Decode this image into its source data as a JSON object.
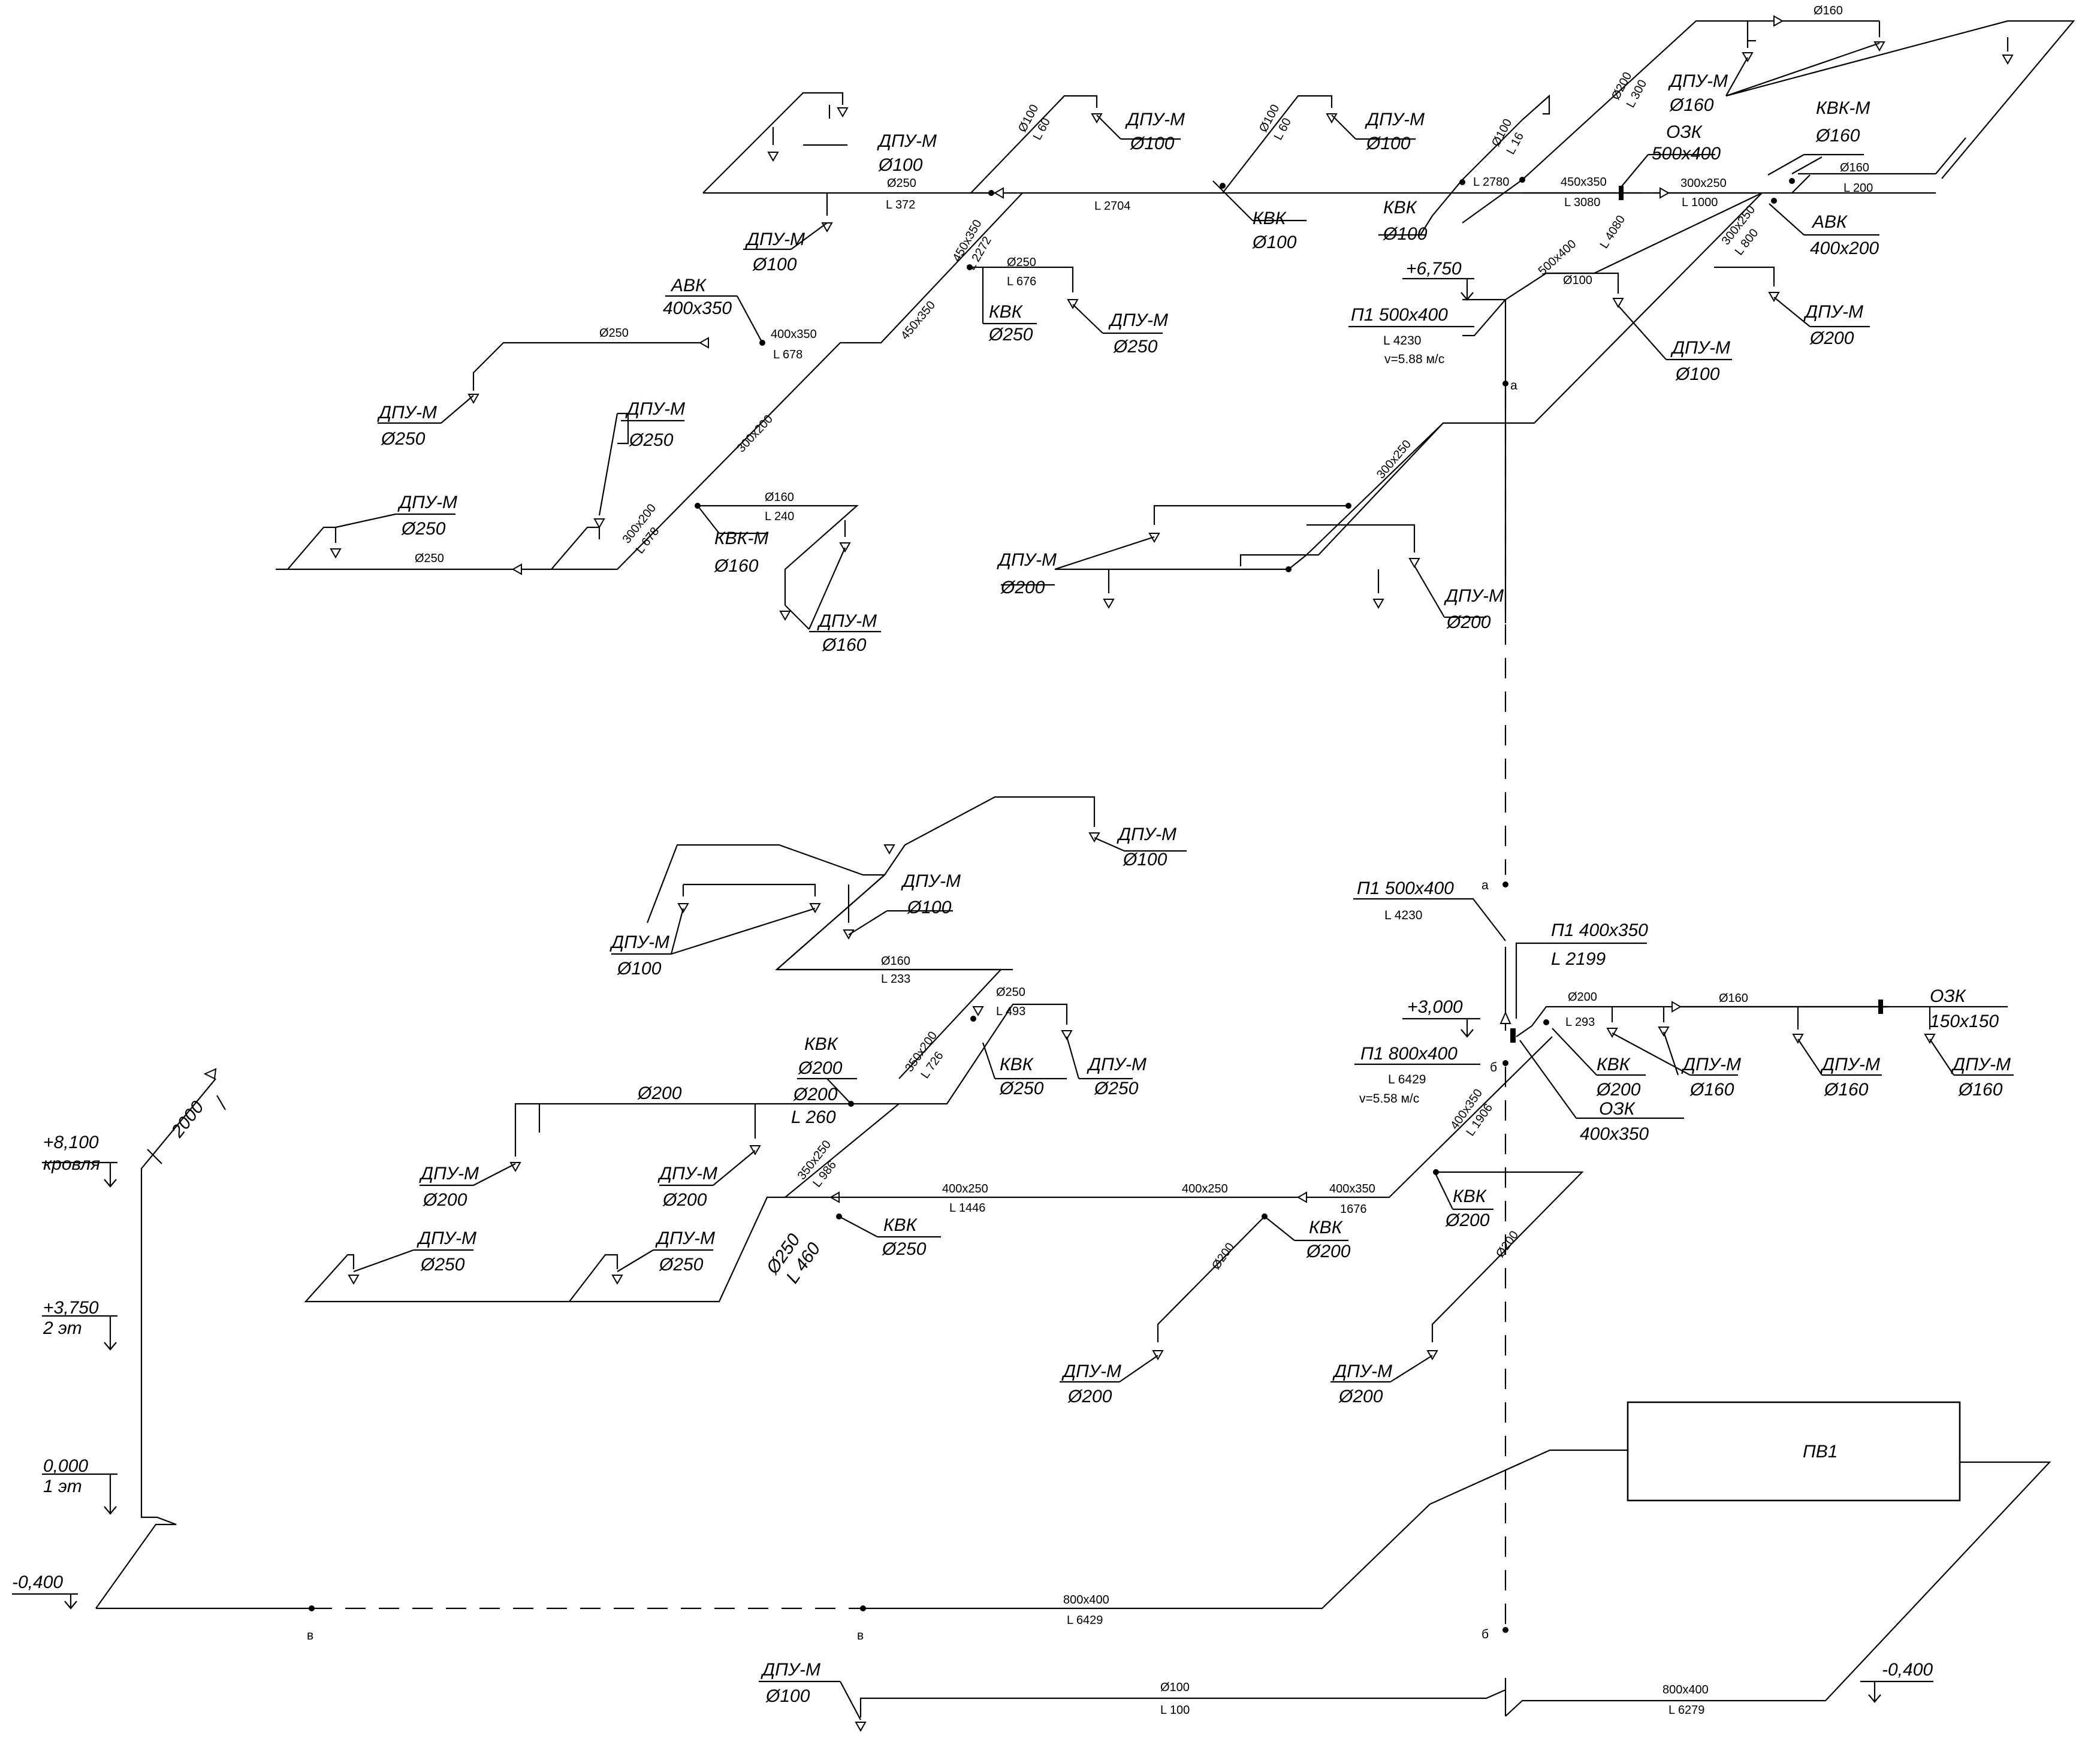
{
  "labels": {
    "dpum_100": "ДПУ-М",
    "d100": "Ø100",
    "dpum": "ДПУ-М",
    "d160": "Ø160",
    "d200": "Ø200",
    "d250": "Ø250",
    "kvk": "КВК",
    "kvkm": "КВК-М",
    "avk": "АВК",
    "ozk": "ОЗК",
    "avk_size_1": "400x350",
    "avk_size_2": "400x200",
    "ozk_size_1": "500x400",
    "ozk_size_2": "150x150",
    "ozk_size_3": "400x350",
    "pv1": "ПВ1"
  },
  "upper": {
    "p1_title": "П1 500x400",
    "p1_len": "L 4230",
    "p1_vel": "v=5.88 м/с",
    "level": "+6,750",
    "mark_a": "а",
    "seg_d250_L372": [
      "Ø250",
      "L 372"
    ],
    "seg_L2704": "L 2704",
    "seg_d100_L60a": [
      "Ø100",
      "L 60"
    ],
    "seg_d100_L60b": [
      "Ø100",
      "L 60"
    ],
    "seg_d100_L16": [
      "Ø100",
      "L 16"
    ],
    "seg_L2780": "L 2780",
    "seg_450x350_L3080": [
      "450x350",
      "L 3080"
    ],
    "seg_d200_L300": [
      "Ø200",
      "L 300"
    ],
    "seg_d160_top": "Ø160",
    "seg_300x250_L1000": [
      "300x250",
      "L 1000"
    ],
    "seg_d160_L200": [
      "Ø160",
      "L 200"
    ],
    "seg_L4080": "L 4080",
    "seg_500x400": "500x400",
    "seg_300x250_L800": [
      "300x250",
      "L 800"
    ],
    "seg_d100_branch": "Ø100",
    "seg_450x350_L2272": [
      "450x350",
      "L 2272"
    ],
    "seg_d250_L676": [
      "Ø250",
      "L 676"
    ],
    "seg_450x350": "450x350",
    "seg_400x350_L678": [
      "400x350",
      "L 678"
    ],
    "seg_d250_left": "Ø250",
    "seg_300x200": "300x200",
    "seg_300x200_L678": [
      "300x200",
      "L 678"
    ],
    "seg_d160_L240": [
      "Ø160",
      "L 240"
    ],
    "seg_d250_bottom": "Ø250",
    "seg_300x250_mid": "300x250"
  },
  "lower": {
    "p1a_title": "П1 500x400",
    "p1a_len": "L 4230",
    "mark_a": "а",
    "p1b_title": "П1 400x350",
    "p1b_len": "L 2199",
    "p1c_title": "П1 800x400",
    "p1c_len": "L 6429",
    "p1c_vel": "v=5.58 м/с",
    "level": "+3,000",
    "mark_b": "б",
    "seg_d200_L293": [
      "Ø200",
      "L 293"
    ],
    "seg_d160": "Ø160",
    "seg_400x350_L1906": [
      "400x350",
      "L 1906"
    ],
    "seg_400x350_1676": [
      "400x350",
      "1676"
    ],
    "seg_400x250": "400x250",
    "seg_400x250_L1446": [
      "400x250",
      "L 1446"
    ],
    "seg_d200_diag1": "Ø200",
    "seg_d200_diag2": "Ø200",
    "seg_350x250_L986": [
      "350x250",
      "L 986"
    ],
    "seg_d250_L460": [
      "Ø250",
      "L 460"
    ],
    "seg_350x200_L726": [
      "350x200",
      "L 726"
    ],
    "seg_d250_L493": [
      "Ø250",
      "L 493"
    ],
    "seg_d160_L233": [
      "Ø160",
      "L 233"
    ],
    "seg_d200_L260": [
      "Ø200",
      "L 260"
    ],
    "seg_d200_top": "Ø200"
  },
  "ground": {
    "seg_800x400_L6429": [
      "800x400",
      "L 6429"
    ],
    "seg_800x400_L6279": [
      "800x400",
      "L 6279"
    ],
    "seg_d100_L100": [
      "Ø100",
      "L 100"
    ],
    "mark_b": "б",
    "mark_v1": "в",
    "mark_v2": "в",
    "level_m0400_right": "-0,400"
  },
  "riser": {
    "len": "2000",
    "lvl_810": [
      "+8,100",
      "кровля"
    ],
    "lvl_375": [
      "+3,750",
      "2 эт"
    ],
    "lvl_000": [
      "0,000",
      "1 эт"
    ],
    "lvl_m040": "-0,400"
  }
}
